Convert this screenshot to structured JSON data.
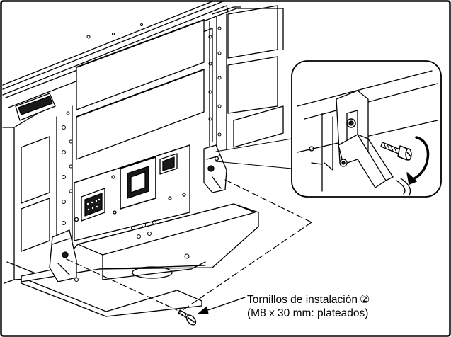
{
  "callout": {
    "line1_text": "Tornillos de instalación",
    "part_number": "②",
    "line2_text": "(M8 x 30 mm: plateados)"
  },
  "icons": {
    "rotation_arrow": "clockwise-arrow-icon",
    "screw": "screw-icon"
  },
  "colors": {
    "line": "#000000",
    "fill": "#ffffff",
    "shade": "#1a1a1a"
  }
}
